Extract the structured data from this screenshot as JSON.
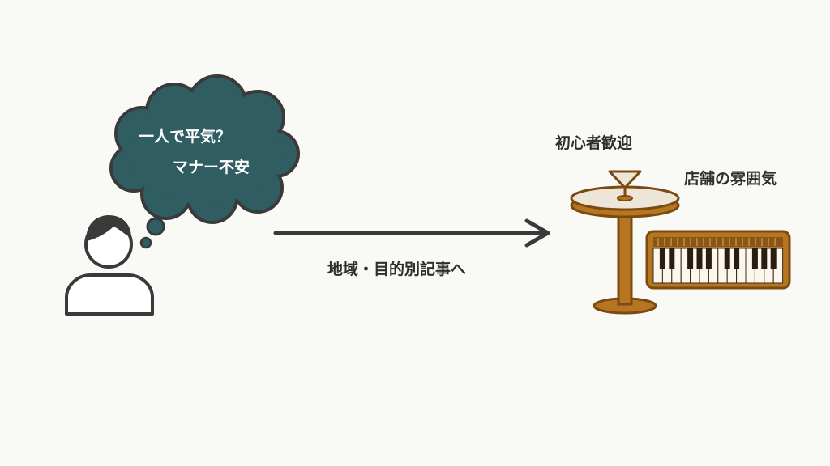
{
  "colors": {
    "background": "#f9f9f6",
    "bubble_fill": "#2f5d62",
    "outline": "#3a3a3a",
    "wood": "#b5761f",
    "wood_dark": "#7a4a12",
    "tabletop": "#ece5d8"
  },
  "thought_bubble": {
    "line1": "一人で平気？",
    "line2": "マナー不安"
  },
  "arrow": {
    "label": "地域・目的別記事へ"
  },
  "venue": {
    "beginner_label": "初心者歓迎",
    "atmosphere_label": "店舗の雰囲気"
  },
  "icons": [
    "person-icon",
    "cocktail-glass-icon",
    "bar-table-icon",
    "piano-keyboard-icon"
  ]
}
